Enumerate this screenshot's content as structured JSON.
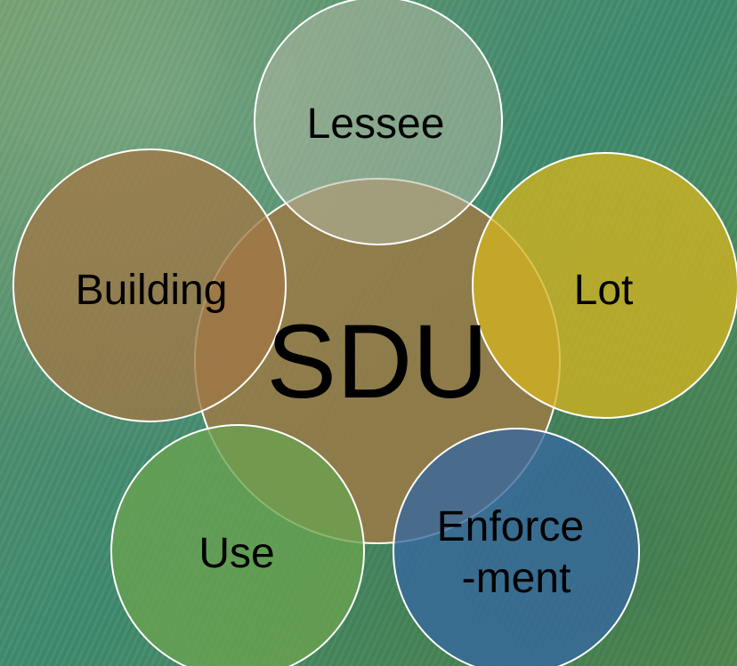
{
  "center": {
    "label": "SDU",
    "color": "#9c7a45"
  },
  "nodes": [
    {
      "id": "lessee",
      "label": "Lessee",
      "lines": [
        "Lessee"
      ],
      "color": "#a3ad96"
    },
    {
      "id": "building",
      "label": "Building",
      "lines": [
        "Building"
      ],
      "color": "#9c7b48"
    },
    {
      "id": "lot",
      "label": "Lot",
      "lines": [
        "Lot"
      ],
      "color": "#c2b232"
    },
    {
      "id": "use",
      "label": "Use",
      "lines": [
        "Use"
      ],
      "color": "#68a055"
    },
    {
      "id": "enforcement",
      "label": "Enforce-ment",
      "lines": [
        "Enforce",
        "-ment"
      ],
      "color": "#3f6e96"
    }
  ]
}
